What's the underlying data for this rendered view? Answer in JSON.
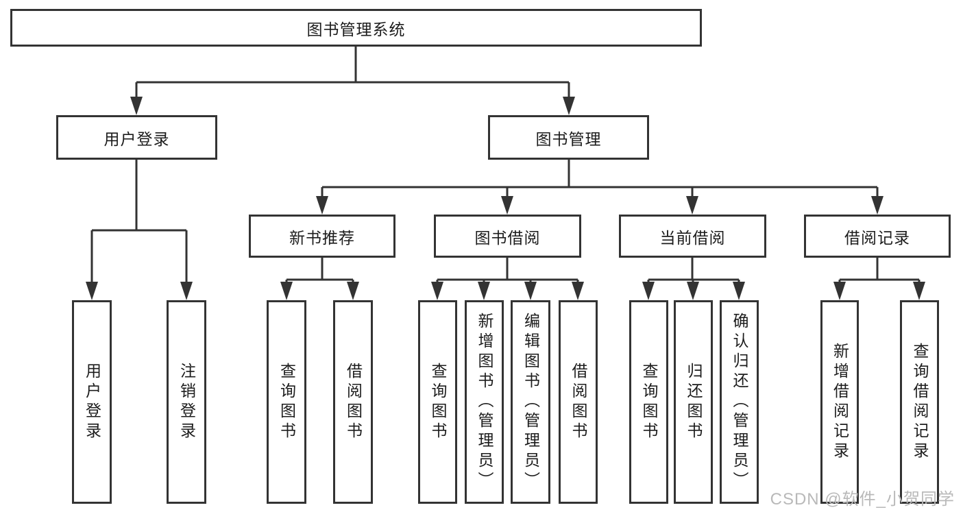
{
  "diagram_title": "图书管理系统",
  "tree": {
    "label": "图书管理系统",
    "children": [
      {
        "label": "用户登录",
        "children": [
          {
            "label": "用户登录"
          },
          {
            "label": "注销登录"
          }
        ]
      },
      {
        "label": "图书管理",
        "children": [
          {
            "label": "新书推荐",
            "children": [
              {
                "label": "查询图书"
              },
              {
                "label": "借阅图书"
              }
            ]
          },
          {
            "label": "图书借阅",
            "children": [
              {
                "label": "查询图书"
              },
              {
                "label": "新增图书（管理员）"
              },
              {
                "label": "编辑图书（管理员）"
              },
              {
                "label": "借阅图书"
              }
            ]
          },
          {
            "label": "当前借阅",
            "children": [
              {
                "label": "查询图书"
              },
              {
                "label": "归还图书"
              },
              {
                "label": "确认归还（管理员）"
              }
            ]
          },
          {
            "label": "借阅记录",
            "children": [
              {
                "label": "新增借阅记录"
              },
              {
                "label": "查询借阅记录"
              }
            ]
          }
        ]
      }
    ]
  },
  "watermark": {
    "text": "CSDN @软件_小贺同学"
  },
  "colors": {
    "line": "#333333",
    "text": "#1c1c1c",
    "background": "#ffffff",
    "watermark": "#b9b9b9"
  }
}
